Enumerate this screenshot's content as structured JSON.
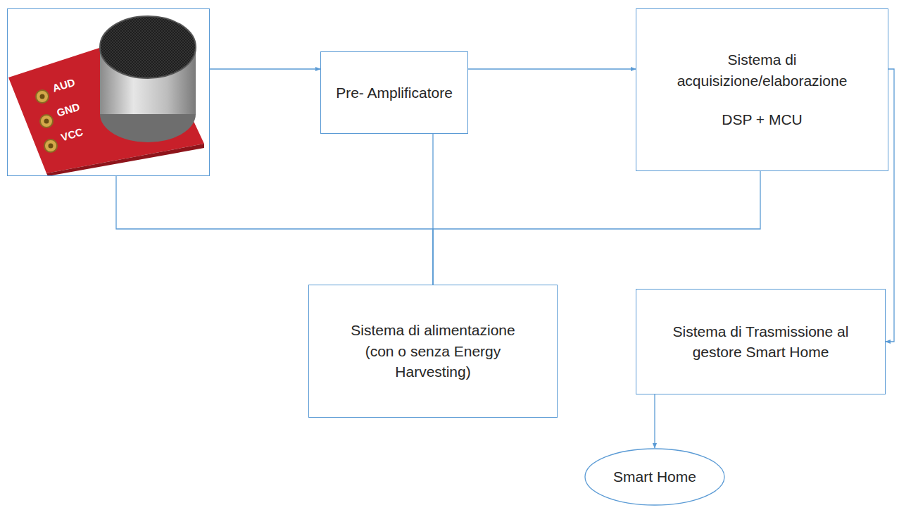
{
  "diagram": {
    "nodes": [
      {
        "text": [
          "AUD",
          "GND",
          "VCC"
        ]
      },
      {
        "text": [
          "Pre- Amplificatore"
        ]
      },
      {
        "text": [
          "Sistema di acquisizione/elaborazione",
          "DSP + MCU"
        ]
      },
      {
        "text": [
          "Sistema di alimentazione (con o senza Energy Harvesting)"
        ]
      },
      {
        "text": [
          "Sistema di Trasmissione al gestore Smart Home"
        ]
      },
      {
        "text": [
          "Smart Home"
        ]
      }
    ],
    "edges": [
      {
        "from": 0,
        "to": 1,
        "arrow": "to"
      },
      {
        "from": 1,
        "to": 2,
        "arrow": "to"
      },
      {
        "from": 2,
        "to": 4,
        "arrow": "to"
      },
      {
        "from": 4,
        "to": 5,
        "arrow": "to"
      },
      {
        "from": 3,
        "to": 0,
        "arrow": "none"
      },
      {
        "from": 3,
        "to": 1,
        "arrow": "none"
      },
      {
        "from": 3,
        "to": 2,
        "arrow": "none"
      }
    ]
  }
}
